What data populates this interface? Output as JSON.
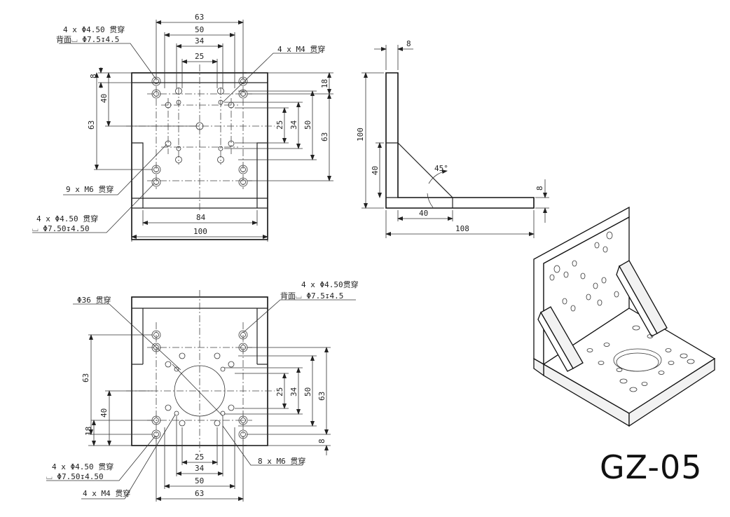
{
  "drawing": {
    "model": "GZ-05",
    "front_view": {
      "dim_63_top": "63",
      "dim_50_top": "50",
      "dim_34_top": "34",
      "dim_25_top": "25",
      "dim_84": "84",
      "dim_100": "100",
      "dim_8_left": "8",
      "dim_40_left": "40",
      "dim_63_left": "63",
      "dim_18_right": "18",
      "dim_25_right": "25",
      "dim_34_right": "34",
      "dim_50_right": "50",
      "dim_63_right": "63",
      "note_counterbore_top_1": "4 x Φ4.50 贯穿",
      "note_counterbore_top_2": "背面⌴ Φ7.5↧4.5",
      "note_m4": "4 x M4 贯穿",
      "note_m6": "9 x M6 贯穿",
      "note_counterbore_bottom_1": "4 x Φ4.50 贯穿",
      "note_counterbore_bottom_2": "⌴ Φ7.50↧4.50"
    },
    "side_view": {
      "dim_8_top": "8",
      "dim_100": "100",
      "dim_40": "40",
      "dim_45deg": "45°",
      "dim_40_bottom": "40",
      "dim_8_right": "8",
      "dim_108": "108"
    },
    "bottom_view": {
      "note_36": "Φ36 贯穿",
      "note_counterbore_top_1": "4 x Φ4.50贯穿",
      "note_counterbore_top_2": "背面⌴ Φ7.5↧4.5",
      "dim_63_left": "63",
      "dim_40_left": "40",
      "dim_18_left": "18",
      "dim_25_right": "25",
      "dim_34_right": "34",
      "dim_50_right": "50",
      "dim_63_right": "63",
      "dim_8_right": "8",
      "dim_25_bottom": "25",
      "dim_34_bottom": "34",
      "dim_50_bottom": "50",
      "dim_63_bottom": "63",
      "note_counterbore_bottom_1": "4 x Φ4.50 贯穿",
      "note_counterbore_bottom_2": "⌴ Φ7.50↧4.50",
      "note_m4": "4 x M4 贯穿",
      "note_m6": "8 x M6 贯穿"
    }
  }
}
